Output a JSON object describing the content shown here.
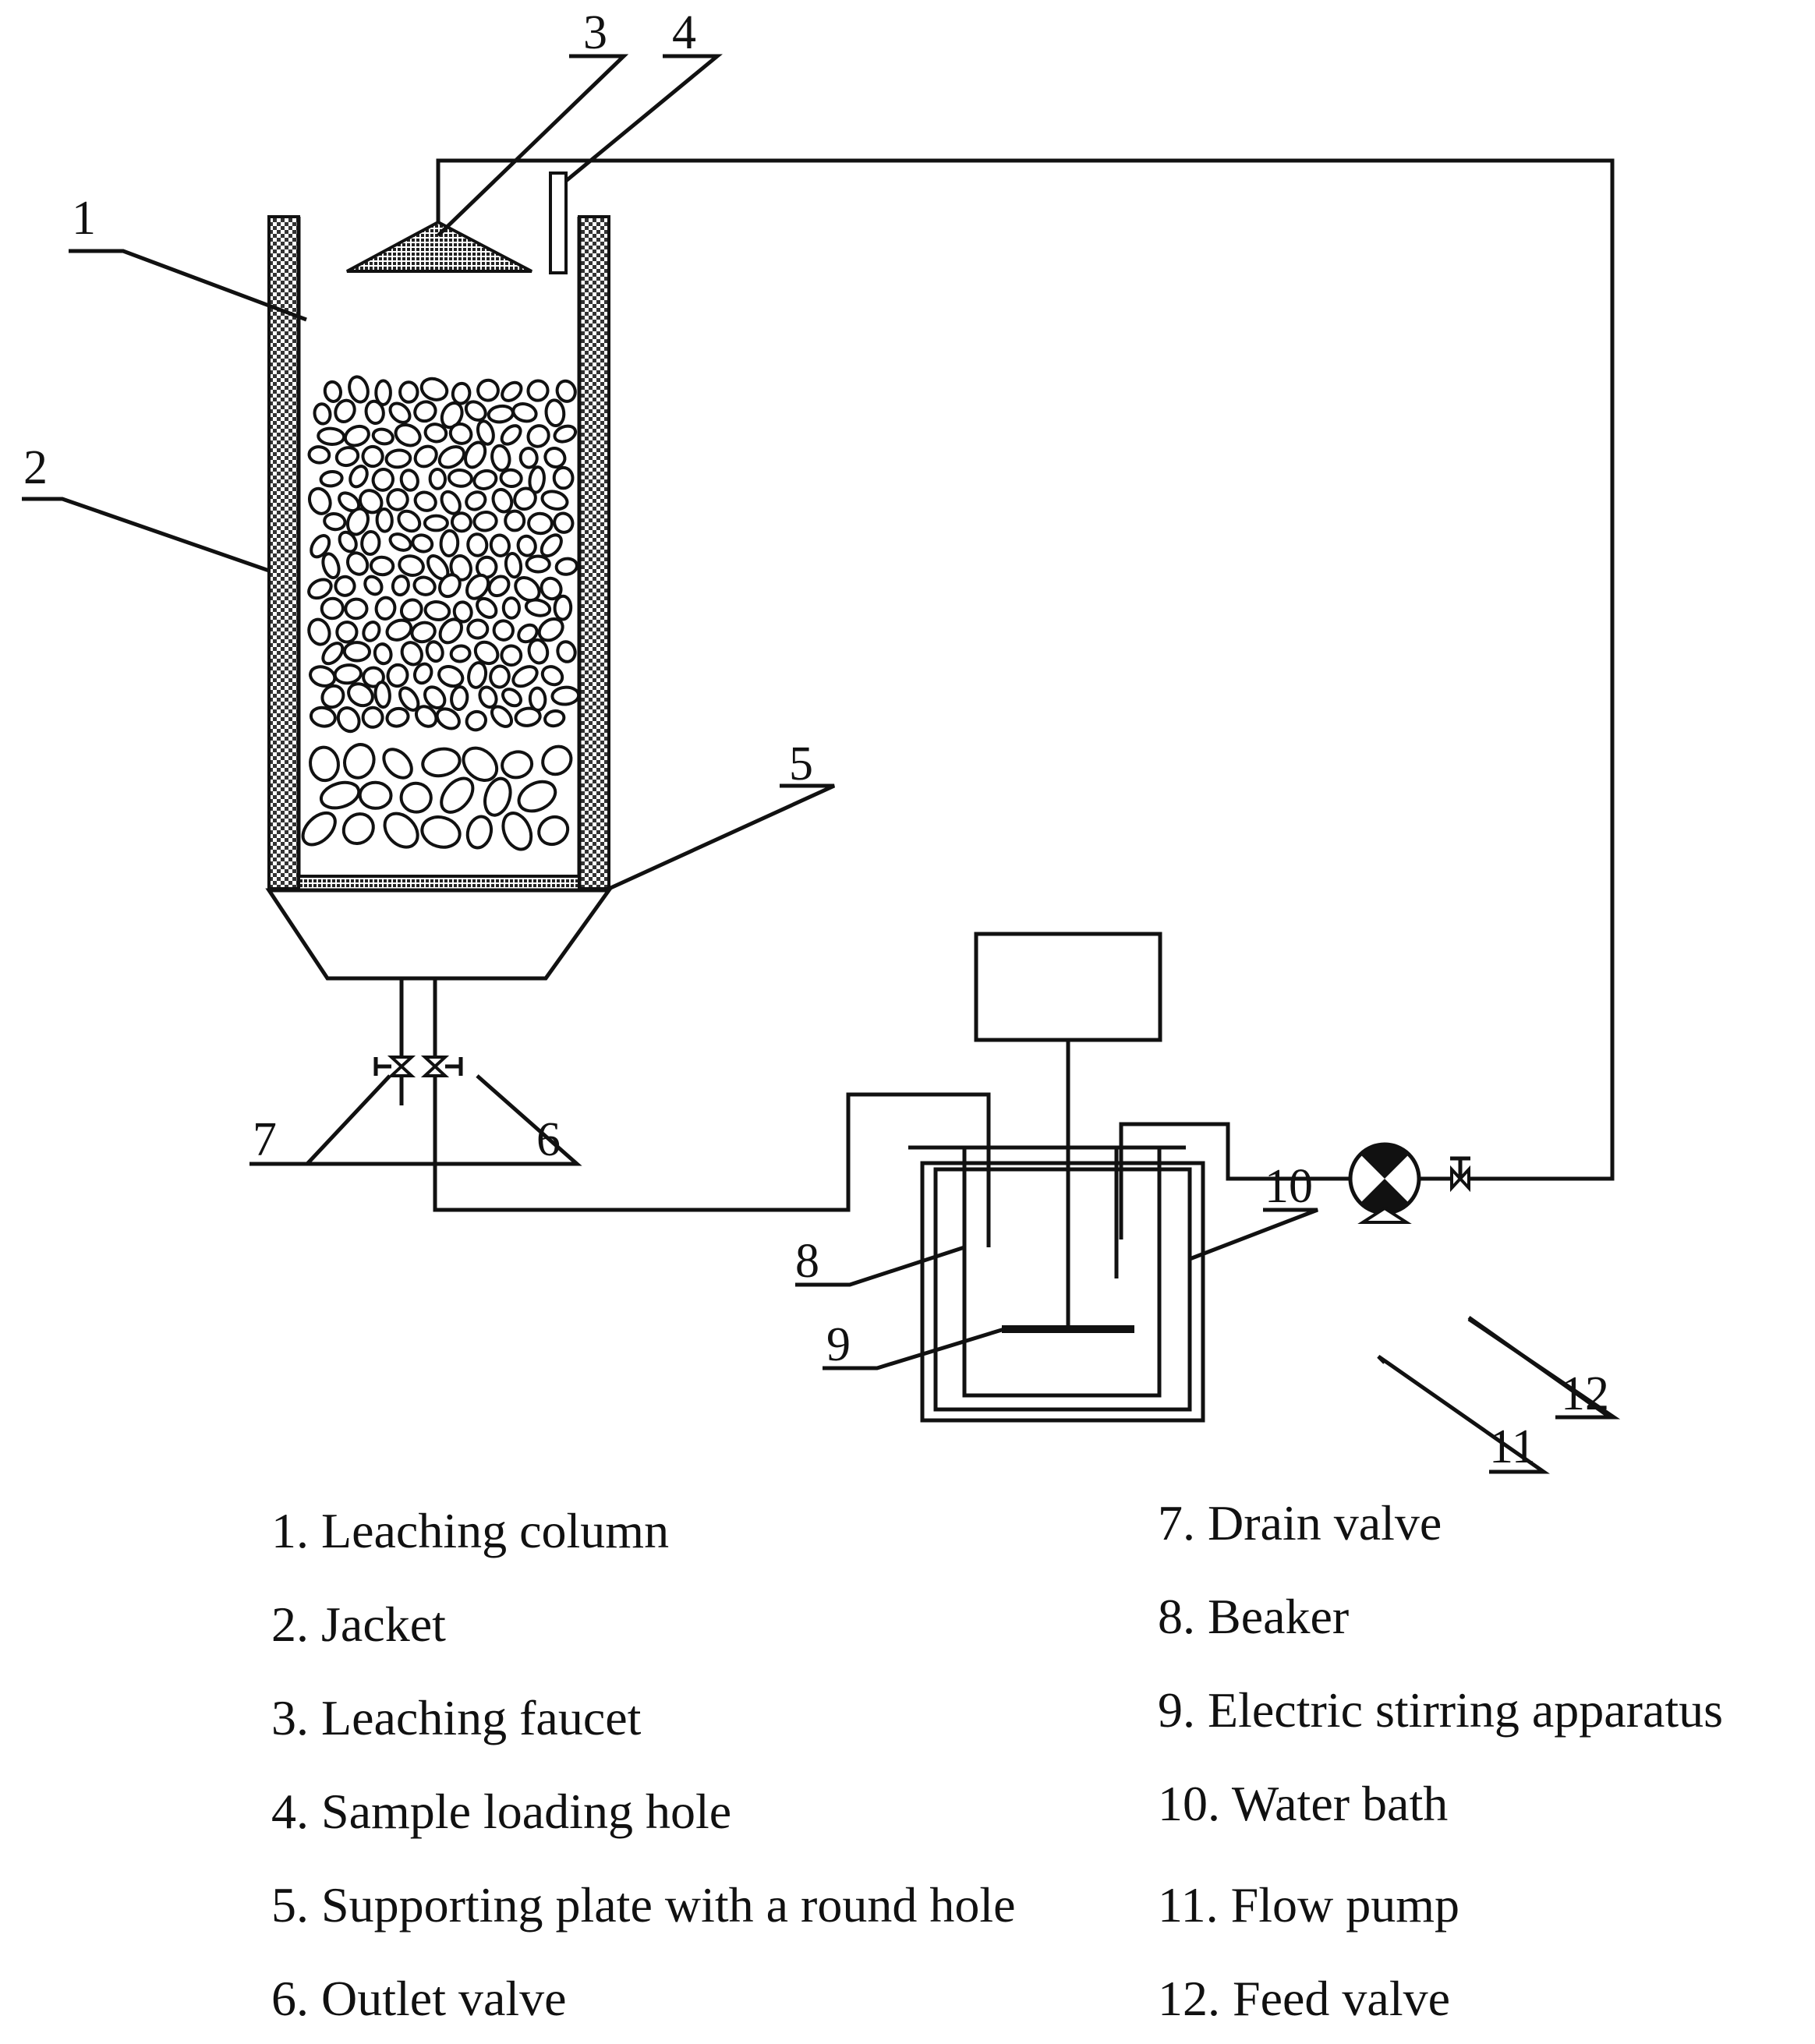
{
  "labels": {
    "n1": "1",
    "n2": "2",
    "n3": "3",
    "n4": "4",
    "n5": "5",
    "n6": "6",
    "n7": "7",
    "n8": "8",
    "n9": "9",
    "n10": "10",
    "n11": "11",
    "n12": "12"
  },
  "legend": {
    "left": [
      "1. Leaching column",
      "2. Jacket",
      "3. Leaching faucet",
      "4. Sample loading hole",
      "5. Supporting plate with a round hole",
      "6. Outlet valve"
    ],
    "right": [
      "7. Drain valve",
      "8. Beaker",
      "9. Electric stirring apparatus",
      "10. Water bath",
      "11. Flow pump",
      "12. Feed valve"
    ]
  }
}
